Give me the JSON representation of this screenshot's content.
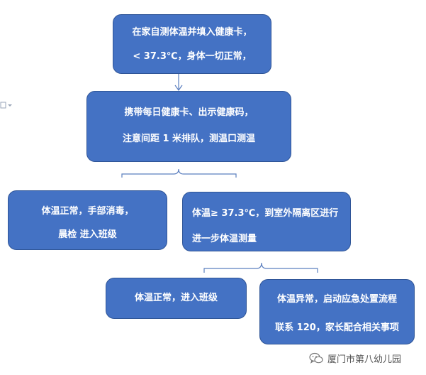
{
  "colors": {
    "box_fill": "#4472c4",
    "box_border": "#2f5597",
    "text": "#ffffff",
    "connector": "#5b7fbf"
  },
  "boxes": {
    "home_check": {
      "line1": "在家自测体温并填入健康卡，",
      "line2": "< 37.3℃，身体一切正常，"
    },
    "bring_card": {
      "line1": "携带每日健康卡、出示健康码，",
      "line2": "注意间距 1 米排队，测温口测温"
    },
    "normal_temp": {
      "line1": "体温正常，手部消毒，",
      "line2": "晨检  进入班级"
    },
    "high_temp": {
      "line1": "体温≥ 37.3℃，到室外隔离区进行",
      "line2": "进一步体温测量"
    },
    "recheck_normal": {
      "line1": "体温正常，进入班级"
    },
    "recheck_abnormal": {
      "line1": "体温异常，启动应急处置流程",
      "line2": "联系 120，家长配合相关事项"
    }
  },
  "watermark": {
    "text": "厦门市第八幼儿园",
    "icon": "wechat-icon"
  }
}
